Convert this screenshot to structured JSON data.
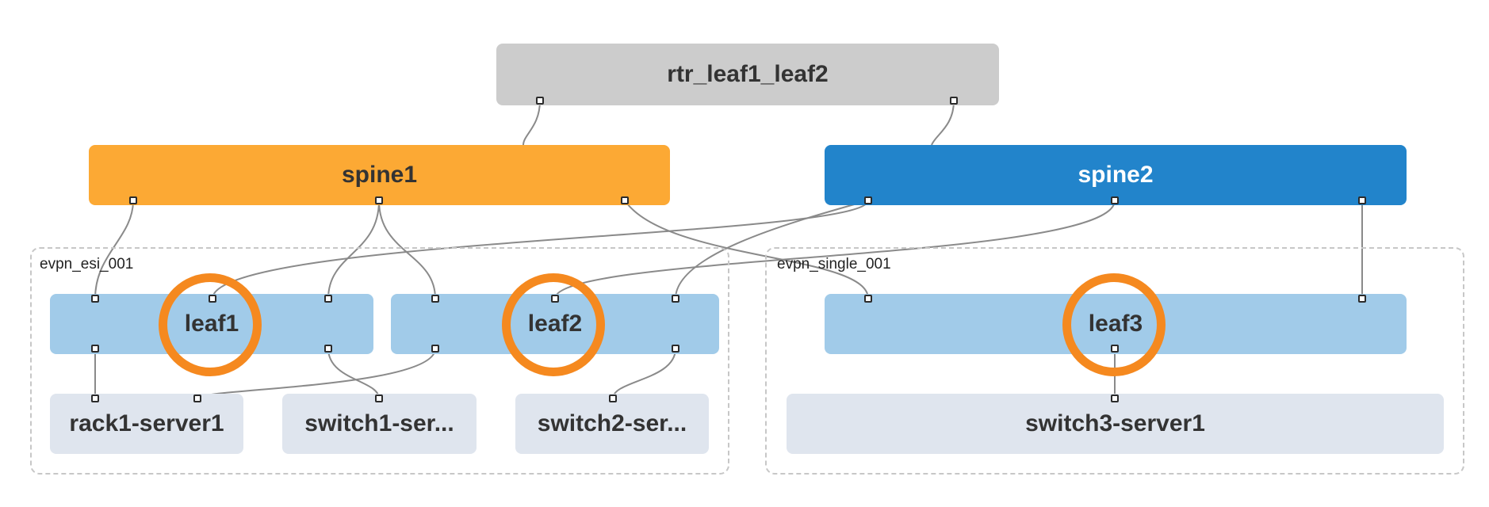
{
  "router": {
    "label": "rtr_leaf1_leaf2"
  },
  "spines": [
    {
      "label": "spine1",
      "color": "#fca934"
    },
    {
      "label": "spine2",
      "color": "#2284cb"
    }
  ],
  "groups": [
    {
      "label": "evpn_esi_001"
    },
    {
      "label": "evpn_single_001"
    }
  ],
  "leaves": [
    {
      "label": "leaf1"
    },
    {
      "label": "leaf2"
    },
    {
      "label": "leaf3"
    }
  ],
  "servers": [
    {
      "label": "rack1-server1"
    },
    {
      "label": "switch1-ser..."
    },
    {
      "label": "switch2-ser..."
    },
    {
      "label": "switch3-server1"
    }
  ],
  "highlight_color": "#f5891f"
}
